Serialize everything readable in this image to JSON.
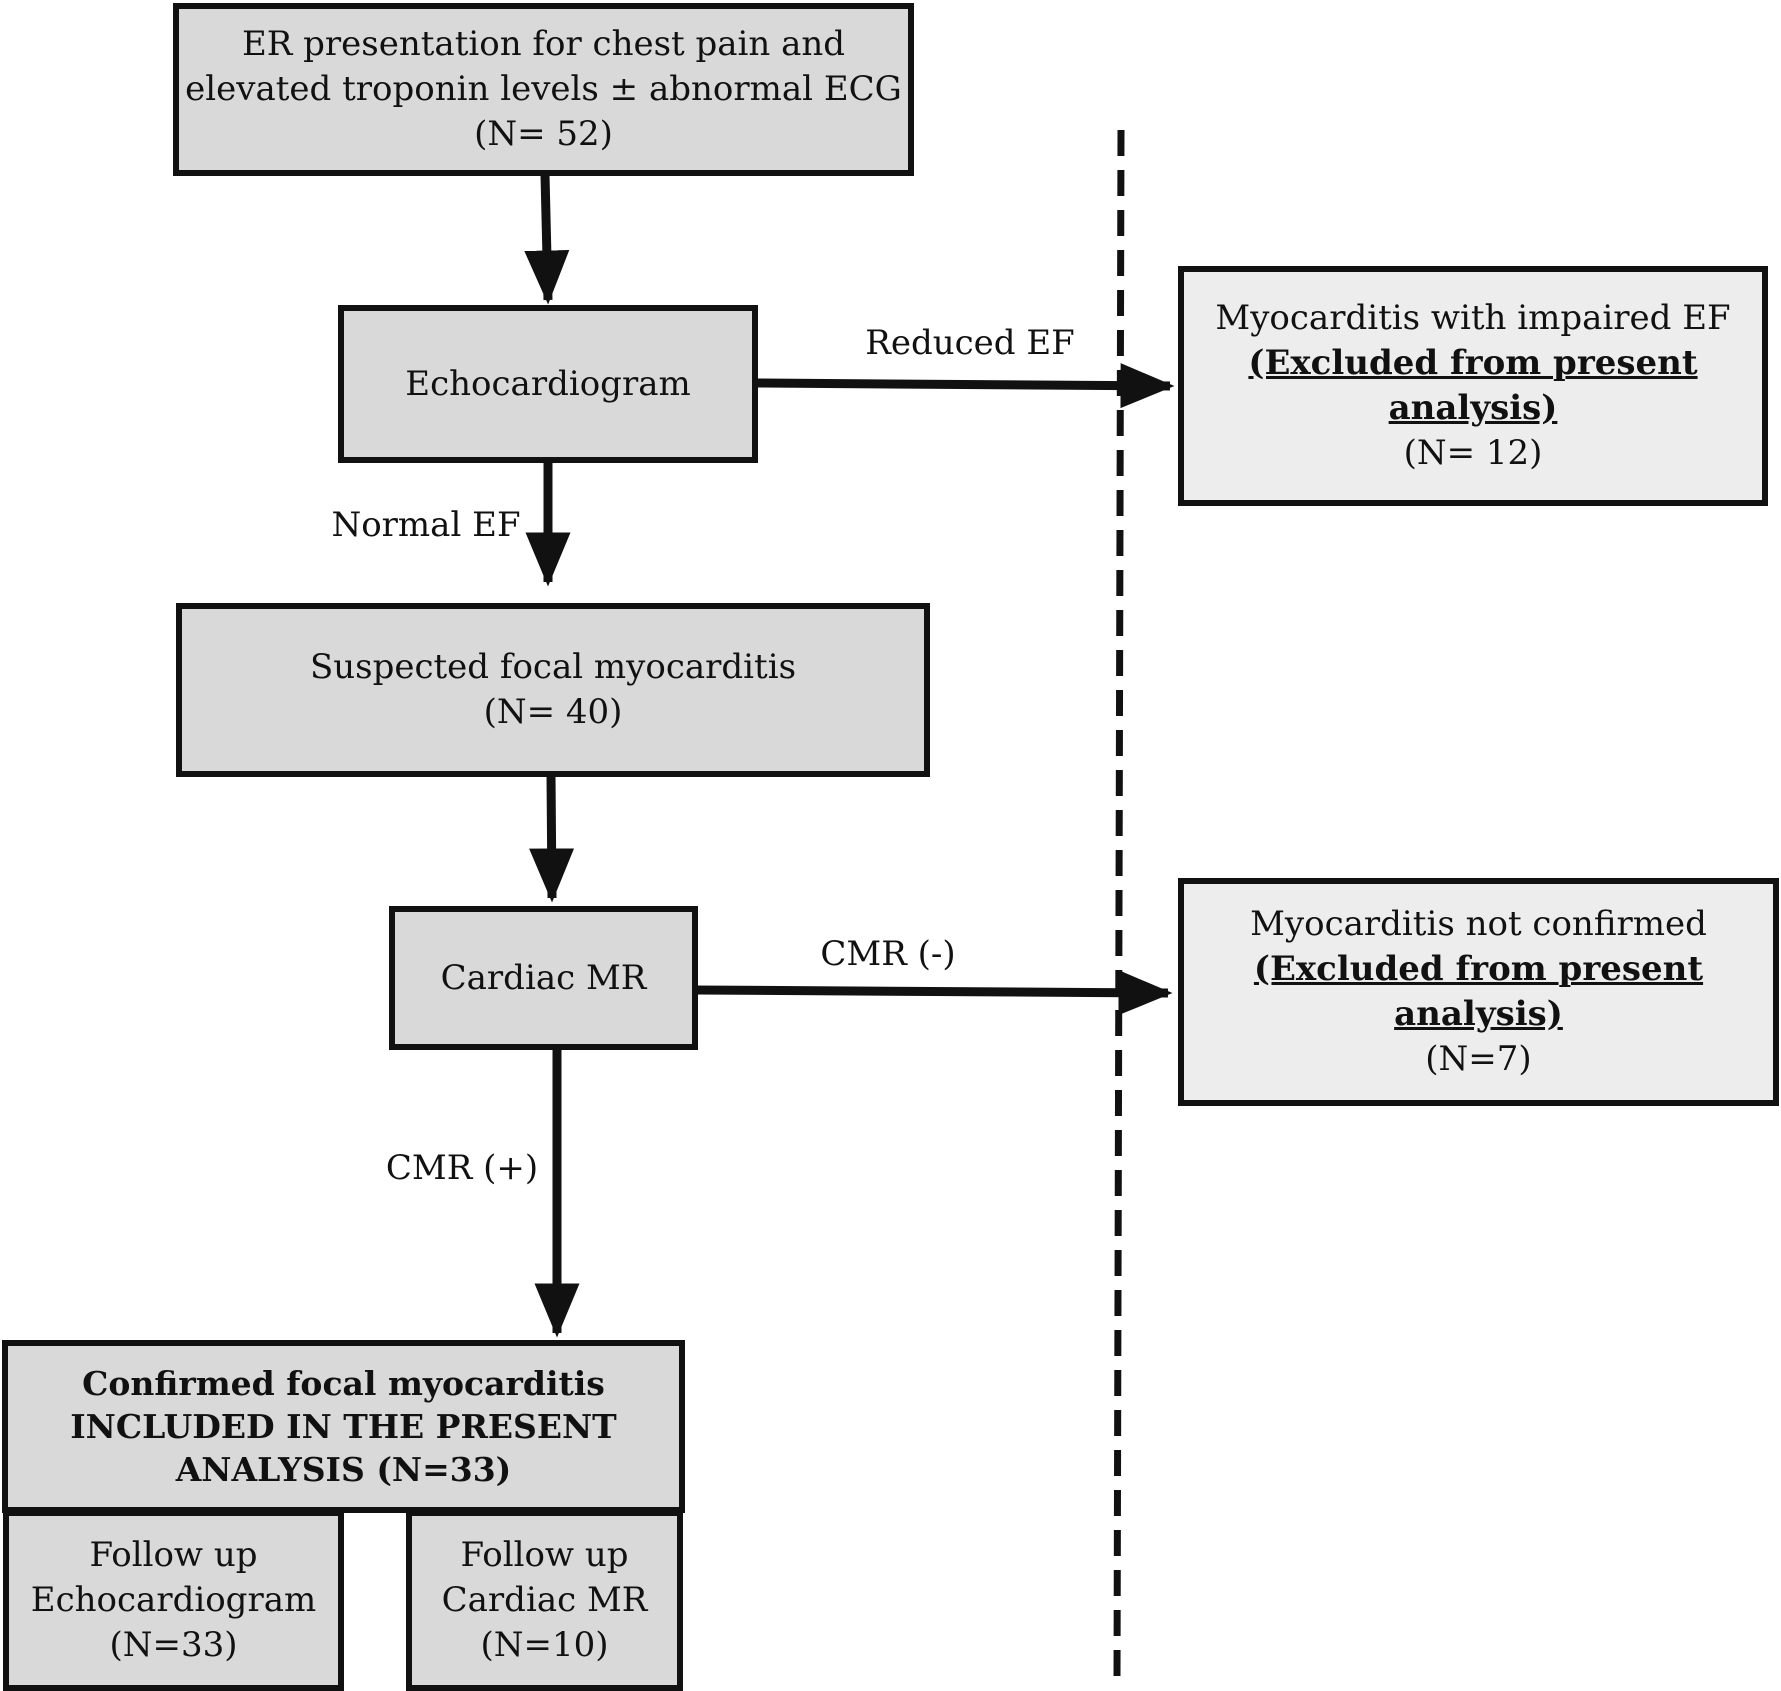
{
  "boxes": {
    "er": {
      "line1": "ER presentation for chest pain and",
      "line2": "elevated troponin levels ± abnormal ECG",
      "line3": "(N= 52)"
    },
    "echo": {
      "line1": "Echocardiogram"
    },
    "suspected": {
      "line1": "Suspected focal myocarditis",
      "line2": "(N= 40)"
    },
    "cmr": {
      "line1": "Cardiac MR"
    },
    "confirmed": {
      "line1": "Confirmed focal myocarditis",
      "line2": "INCLUDED IN THE PRESENT",
      "line3": "ANALYSIS (N=33)"
    },
    "fu_echo": {
      "line1": "Follow up",
      "line2": "Echocardiogram",
      "line3": "(N=33)"
    },
    "fu_cmr": {
      "line1": "Follow up",
      "line2": "Cardiac MR",
      "line3": "(N=10)"
    },
    "impaired": {
      "line1": "Myocarditis with impaired EF",
      "line2": "(Excluded from present",
      "line3": "analysis)",
      "line4": "(N= 12)"
    },
    "not_confirmed": {
      "line1": "Myocarditis not confirmed",
      "line2": "(Excluded from present",
      "line3": "analysis)",
      "line4": "(N=7)"
    }
  },
  "labels": {
    "reduced_ef": "Reduced EF",
    "normal_ef": "Normal EF",
    "cmr_neg": "CMR (-)",
    "cmr_pos": "CMR (+)"
  }
}
